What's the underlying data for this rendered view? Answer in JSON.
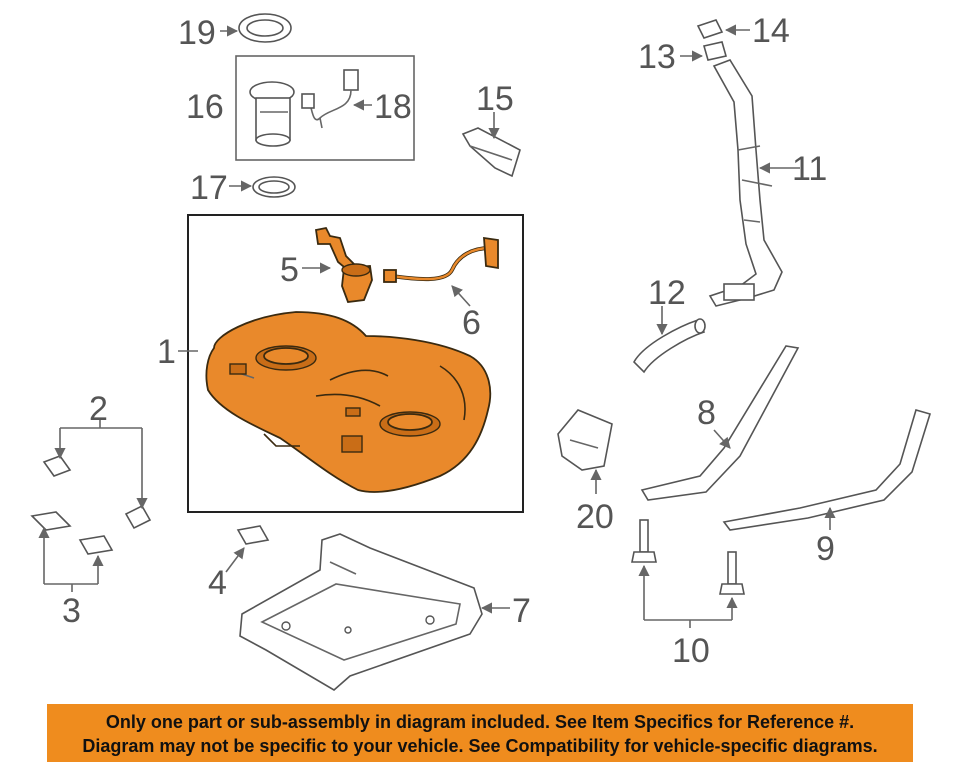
{
  "callouts": {
    "c1": "1",
    "c2": "2",
    "c3": "3",
    "c4": "4",
    "c5": "5",
    "c6": "6",
    "c7": "7",
    "c8": "8",
    "c9": "9",
    "c10": "10",
    "c11": "11",
    "c12": "12",
    "c13": "13",
    "c14": "14",
    "c15": "15",
    "c16": "16",
    "c17": "17",
    "c18": "18",
    "c19": "19",
    "c20": "20"
  },
  "notice": {
    "line1": "Only one part or sub-assembly in diagram included. See Item Specifics for Reference #.",
    "line2": "Diagram may not be specific to your vehicle. See Compatibility for vehicle-specific diagrams."
  },
  "colors": {
    "highlight": "#e9892b",
    "banner": "#ef8c1e",
    "line": "#666666"
  }
}
